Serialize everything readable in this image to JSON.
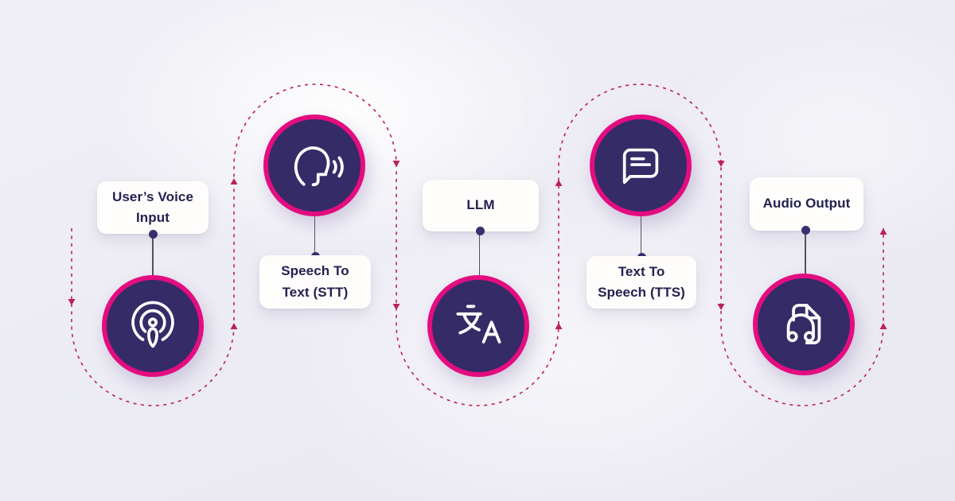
{
  "palette": {
    "background_base": "#eceaf2",
    "circle_fill": "#342b67",
    "circle_border": "#e30d80",
    "box_background": "#fffdfb",
    "box_text": "#232150",
    "connector_line": "#55505e",
    "connector_dot": "#38306e",
    "dashed_flow": "#bc2058",
    "icon_stroke": "#ffffff"
  },
  "nodes": [
    {
      "id": "users-voice-input",
      "label": "User’s Voice Input",
      "label_lines": [
        "User’s Voice",
        "Input"
      ],
      "icon": "podcast-icon",
      "layout": "label-above-circle"
    },
    {
      "id": "speech-to-text",
      "label": "Speech To Text (STT)",
      "label_lines": [
        "Speech To",
        "Text (STT)"
      ],
      "icon": "speaking-head-icon",
      "layout": "circle-above-label"
    },
    {
      "id": "llm",
      "label": "LLM",
      "label_lines": [
        "LLM"
      ],
      "icon": "translate-icon",
      "layout": "label-above-circle"
    },
    {
      "id": "text-to-speech",
      "label": "Text To Speech (TTS)",
      "label_lines": [
        "Text To",
        "Speech (TTS)"
      ],
      "icon": "chat-message-icon",
      "layout": "circle-above-label"
    },
    {
      "id": "audio-output",
      "label": "Audio Output",
      "label_lines": [
        "Audio Output"
      ],
      "icon": "audio-document-icon",
      "layout": "label-above-circle"
    }
  ]
}
